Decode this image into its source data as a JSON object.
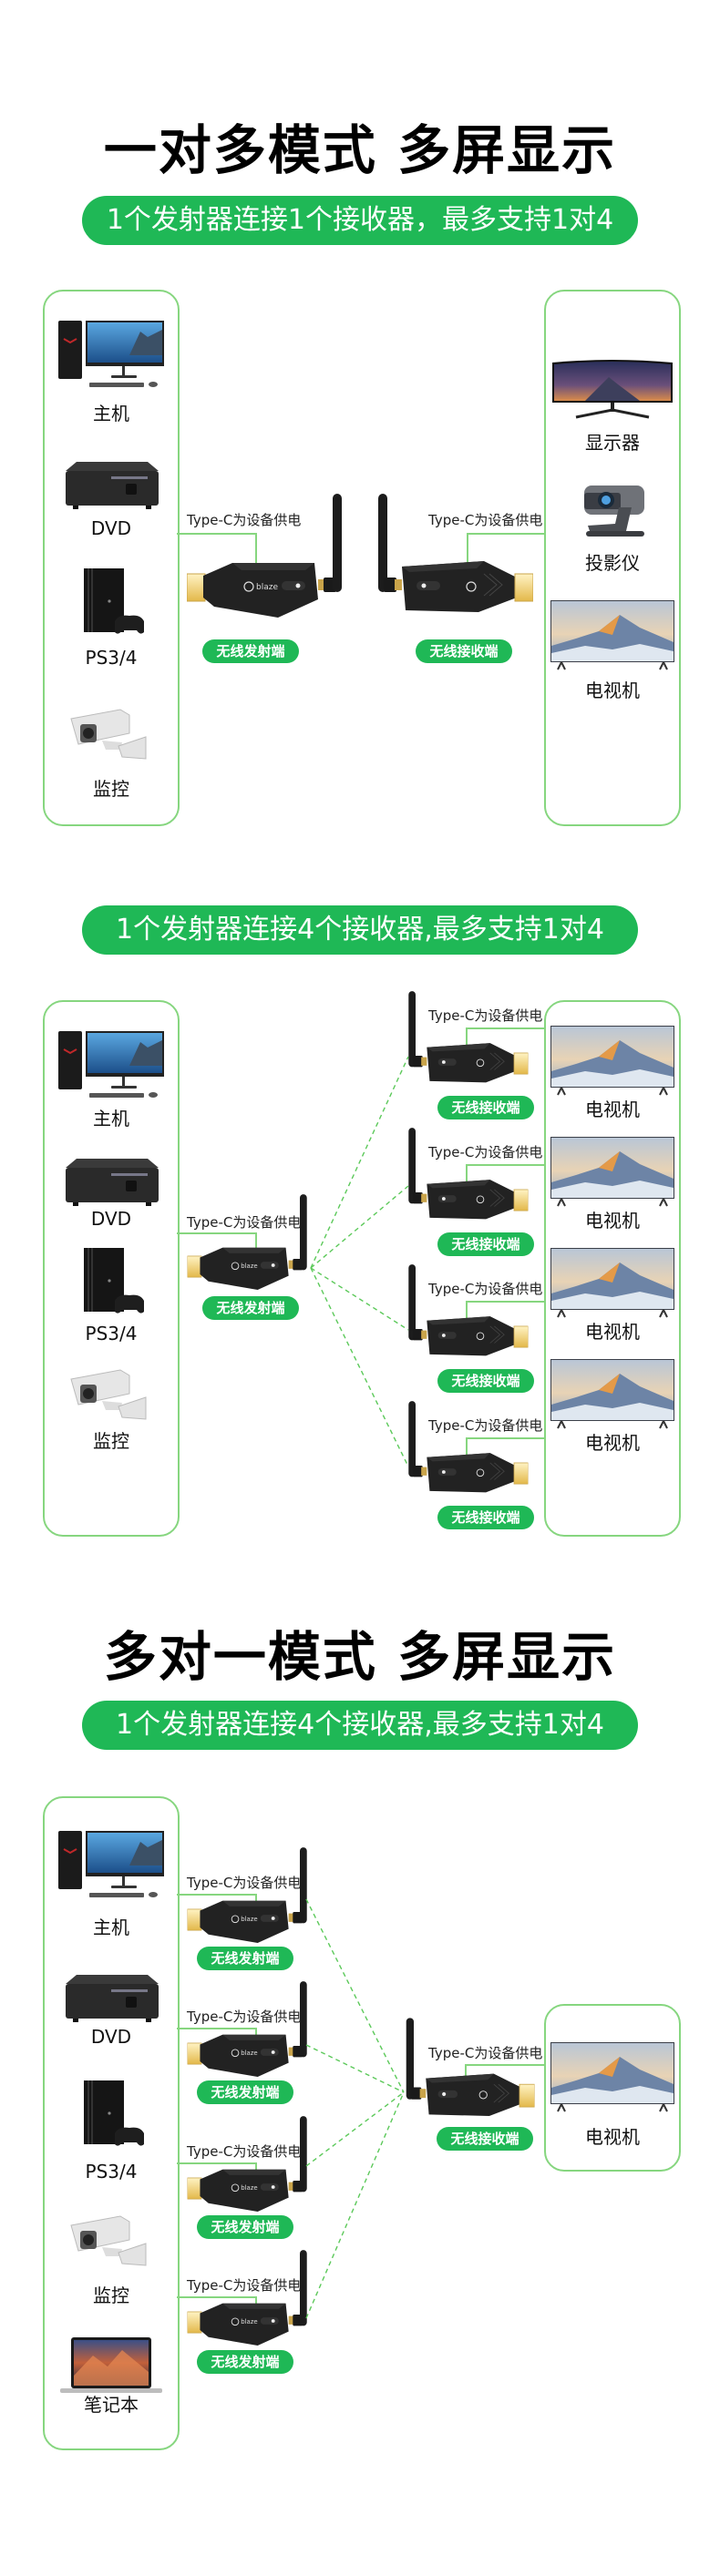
{
  "section1": {
    "title": "一对多模式 多屏显示",
    "subtitle": "1个发射器连接1个接收器，最多支持1对4",
    "sources": [
      {
        "icon": "desktop-pc-icon",
        "label": "主机"
      },
      {
        "icon": "dvd-player-icon",
        "label": "DVD"
      },
      {
        "icon": "game-console-icon",
        "label": "PS3/4"
      },
      {
        "icon": "security-camera-icon",
        "label": "监控"
      }
    ],
    "displays": [
      {
        "icon": "monitor-icon",
        "label": "显示器"
      },
      {
        "icon": "projector-icon",
        "label": "投影仪"
      },
      {
        "icon": "television-icon",
        "label": "电视机"
      }
    ],
    "transmitter": {
      "power_note": "Type-C为设备供电",
      "tag": "无线发射端"
    },
    "receiver": {
      "power_note": "Type-C为设备供电",
      "tag": "无线接收端"
    }
  },
  "section2": {
    "subtitle": "1个发射器连接4个接收器,最多支持1对4",
    "sources": [
      {
        "icon": "desktop-pc-icon",
        "label": "主机"
      },
      {
        "icon": "dvd-player-icon",
        "label": "DVD"
      },
      {
        "icon": "game-console-icon",
        "label": "PS3/4"
      },
      {
        "icon": "security-camera-icon",
        "label": "监控"
      }
    ],
    "transmitter": {
      "power_note": "Type-C为设备供电",
      "tag": "无线发射端"
    },
    "receivers": [
      {
        "power_note": "Type-C为设备供电",
        "tag": "无线接收端"
      },
      {
        "power_note": "Type-C为设备供电",
        "tag": "无线接收端"
      },
      {
        "power_note": "Type-C为设备供电",
        "tag": "无线接收端"
      },
      {
        "power_note": "Type-C为设备供电",
        "tag": "无线接收端"
      }
    ],
    "displays": [
      {
        "icon": "television-icon",
        "label": "电视机"
      },
      {
        "icon": "television-icon",
        "label": "电视机"
      },
      {
        "icon": "television-icon",
        "label": "电视机"
      },
      {
        "icon": "television-icon",
        "label": "电视机"
      }
    ]
  },
  "section3": {
    "title": "多对一模式 多屏显示",
    "subtitle": "1个发射器连接4个接收器,最多支持1对4",
    "sources": [
      {
        "icon": "desktop-pc-icon",
        "label": "主机"
      },
      {
        "icon": "dvd-player-icon",
        "label": "DVD"
      },
      {
        "icon": "game-console-icon",
        "label": "PS3/4"
      },
      {
        "icon": "security-camera-icon",
        "label": "监控"
      },
      {
        "icon": "laptop-icon",
        "label": "笔记本"
      }
    ],
    "transmitters": [
      {
        "power_note": "Type-C为设备供电",
        "tag": "无线发射端"
      },
      {
        "power_note": "Type-C为设备供电",
        "tag": "无线发射端"
      },
      {
        "power_note": "Type-C为设备供电",
        "tag": "无线发射端"
      },
      {
        "power_note": "Type-C为设备供电",
        "tag": "无线发射端"
      }
    ],
    "receiver": {
      "power_note": "Type-C为设备供电",
      "tag": "无线接收端"
    },
    "displays": [
      {
        "icon": "television-icon",
        "label": "电视机"
      }
    ]
  },
  "colors": {
    "accent": "#1fb856",
    "frame": "#86d67f",
    "link_dash": "#5cc95a"
  }
}
